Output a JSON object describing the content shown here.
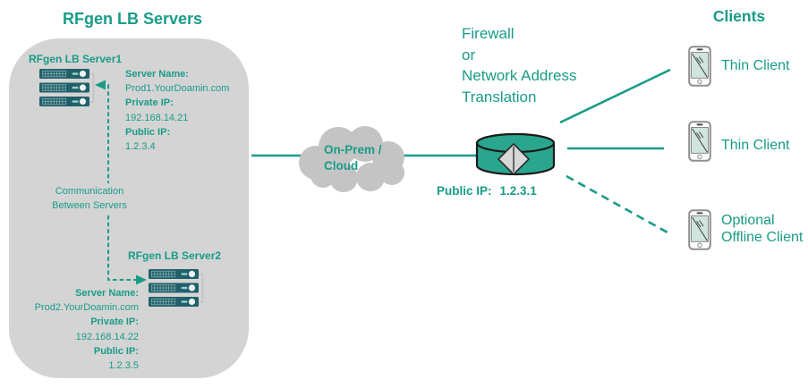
{
  "diagram": {
    "lb_servers": {
      "title": "RFgen LB Servers",
      "server1": {
        "name": "RFgen LB Server1",
        "fields": [
          {
            "label": "Server Name:",
            "value": "Prod1.YourDoamin.com"
          },
          {
            "label": "Private IP:",
            "value": "192.168.14.21"
          },
          {
            "label": "Public IP:",
            "value": "1.2.3.4"
          }
        ]
      },
      "server2": {
        "name": "RFgen LB Server2",
        "fields": [
          {
            "label": "Server Name:",
            "value": "Prod2.YourDoamin.com"
          },
          {
            "label": "Private IP:",
            "value": "192.168.14.22"
          },
          {
            "label": "Public IP:",
            "value": "1.2.3.5"
          }
        ]
      },
      "communication_label": {
        "line1": "Communication",
        "line2": "Between Servers"
      }
    },
    "cloud": {
      "label_line1": "On-Prem /",
      "label_line2": "Cloud"
    },
    "firewall": {
      "title_line1": "Firewall",
      "title_line2": "or",
      "title_line3": "Network Address",
      "title_line4": "Translation",
      "public_ip_label": "Public IP:",
      "public_ip_value": "1.2.3.1"
    },
    "clients": {
      "title": "Clients",
      "thin_client_1": "Thin Client",
      "thin_client_2": "Thin Client",
      "offline_client_line1": "Optional",
      "offline_client_line2": "Offline Client"
    }
  },
  "colors": {
    "accent_teal": "#199c87",
    "panel_gray": "#d4d4d4",
    "cloud_gray": "#c4c4c4",
    "server_icon_dark": "#20606b",
    "cylinder_teal": "#2aa68e",
    "diamond_gray": "#d8d8d8"
  }
}
